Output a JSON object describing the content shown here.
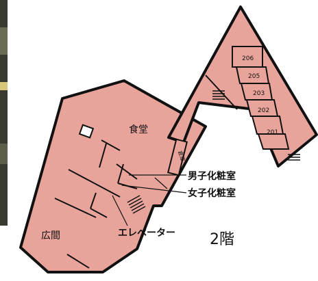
{
  "floor": "2階",
  "colors": {
    "floor_fill": "#e8a49a",
    "wall": "#111111",
    "background": "#ffffff",
    "photo_left": "#4b4a3e"
  },
  "rooms": {
    "dining": "食堂",
    "lobby": "広間",
    "storage": "倉庫"
  },
  "guest_rooms": [
    "206",
    "205",
    "203",
    "202",
    "201"
  ],
  "callouts": {
    "mens_restroom": "男子化粧室",
    "womens_restroom": "女子化粧室",
    "elevator": "エレベーター"
  },
  "icons": {
    "stairs": "stairs-icon"
  }
}
